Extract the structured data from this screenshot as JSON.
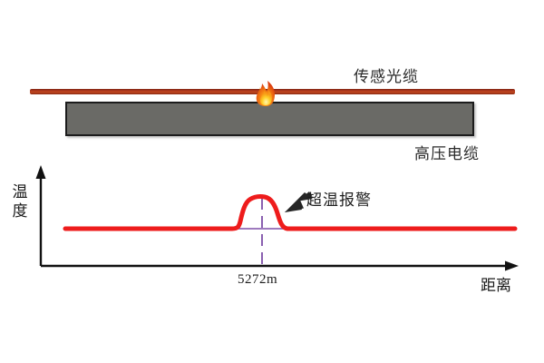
{
  "figure": {
    "schematic": {
      "sensing_cable_label": "传感光缆",
      "hv_cable_label": "高压电缆",
      "fire_icon": "flame-icon",
      "colors": {
        "sensing_cable": "#a8351c",
        "hv_cable_fill": "#6a6a66",
        "hv_cable_border": "#1c1c1c",
        "flame_outer": "#e8531a",
        "flame_inner": "#ffcc11"
      }
    },
    "chart_data": {
      "type": "line",
      "title": "",
      "xlabel": "距离",
      "ylabel": "温度",
      "grid": false,
      "legend": null,
      "annotations": [
        {
          "name": "over-temperature-alarm",
          "text": "超温报警",
          "points_to_x": "5272m"
        }
      ],
      "tick_labels_x": [
        "5272m"
      ],
      "tick_labels_y": [],
      "series": [
        {
          "name": "温度",
          "color": "#ee1c1c",
          "x": [
            0,
            10,
            20,
            30,
            40,
            45,
            48,
            50,
            52,
            54,
            56,
            58,
            60,
            63,
            66,
            70,
            80,
            90,
            100
          ],
          "y": [
            10,
            10,
            10,
            10,
            10,
            10.5,
            13,
            22,
            32,
            37,
            38,
            37.5,
            34,
            22,
            13,
            10.2,
            10,
            10,
            10
          ]
        }
      ],
      "baseline": {
        "name": "threshold-line",
        "color": "#7e4fa8",
        "y": 10
      },
      "marker_line": {
        "name": "distance-marker",
        "color": "#7e4fa8",
        "x_label": "5272m",
        "style": "dashed"
      },
      "xlim": [
        0,
        100
      ],
      "ylim": [
        0,
        50
      ]
    }
  }
}
